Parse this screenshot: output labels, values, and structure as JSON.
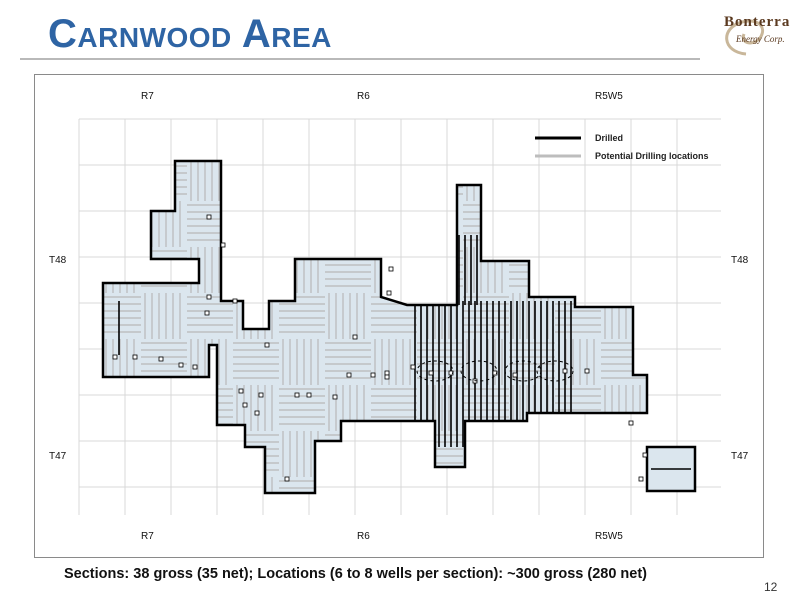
{
  "header": {
    "title": "Carnwood Area",
    "logo_name": "Bonterra",
    "logo_sub": "Energy Corp."
  },
  "map": {
    "top_ranges": [
      "R7",
      "R6",
      "R5W5"
    ],
    "bottom_ranges": [
      "R7",
      "R6",
      "R5W5"
    ],
    "left_townships": [
      "T48",
      "T47"
    ],
    "right_townships": [
      "T48",
      "T47"
    ],
    "legend": {
      "drilled": "Drilled",
      "potential": "Potential Drilling locations"
    },
    "colors": {
      "land_fill": "#dbe6ee",
      "drilled_line": "#000000",
      "potential_line": "#b8b8b8",
      "grid": "#d8d8d8"
    }
  },
  "footer": {
    "caption": "Sections: 38 gross (35 net); Locations (6 to 8 wells per section): ~300 gross (280 net)",
    "page_number": "12"
  }
}
